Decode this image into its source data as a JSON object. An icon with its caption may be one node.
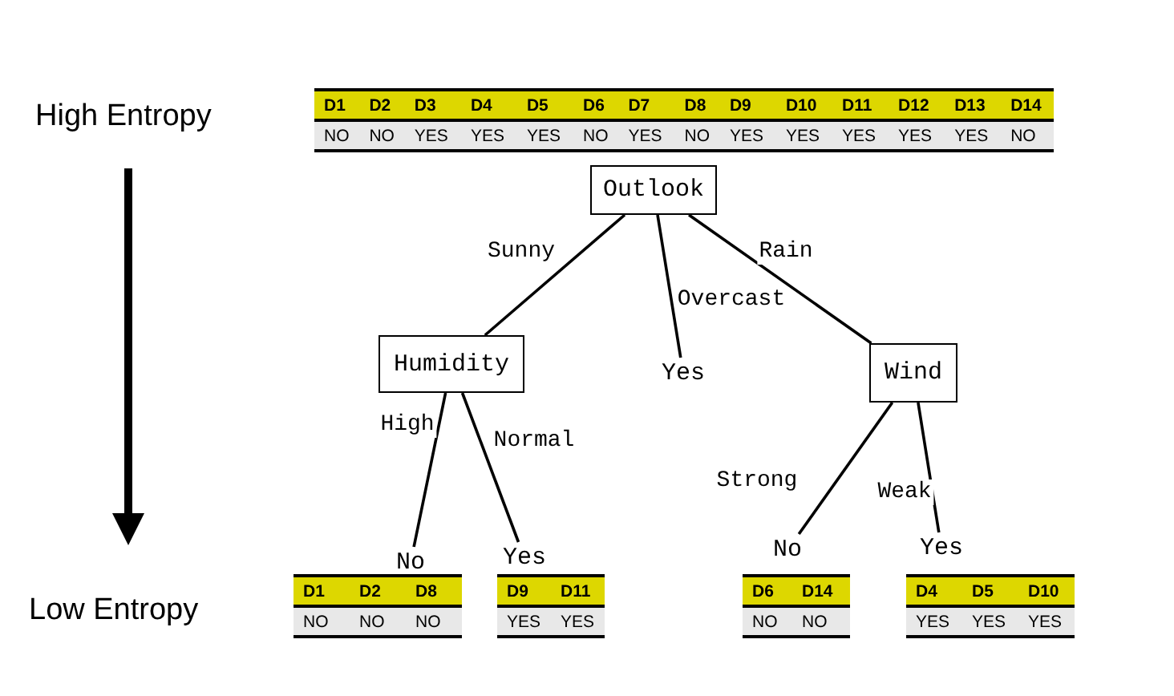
{
  "diagram": {
    "nodes": [
      {
        "text": [
          "Outlook"
        ]
      },
      {
        "text": [
          "Humidity"
        ]
      },
      {
        "text": [
          "Yes"
        ]
      },
      {
        "text": [
          "Wind"
        ]
      },
      {
        "text": [
          "No"
        ]
      },
      {
        "text": [
          "Yes"
        ]
      },
      {
        "text": [
          "No"
        ]
      },
      {
        "text": [
          "Yes"
        ]
      }
    ],
    "edges": [
      {
        "from": 0,
        "to": 1,
        "arrow": "none",
        "label": "Sunny"
      },
      {
        "from": 0,
        "to": 2,
        "arrow": "none",
        "label": "Overcast"
      },
      {
        "from": 0,
        "to": 3,
        "arrow": "none",
        "label": "Rain"
      },
      {
        "from": 1,
        "to": 4,
        "arrow": "none",
        "label": "High"
      },
      {
        "from": 1,
        "to": 5,
        "arrow": "none",
        "label": "Normal"
      },
      {
        "from": 3,
        "to": 6,
        "arrow": "none",
        "label": "Strong"
      },
      {
        "from": 3,
        "to": 7,
        "arrow": "none",
        "label": "Weak"
      }
    ],
    "labels": [
      "High Entropy",
      "D1",
      "D2",
      "D3",
      "D4",
      "D5",
      "D6",
      "D7",
      "D8",
      "D9",
      "D10",
      "D11",
      "D12",
      "D13",
      "D14",
      "NO",
      "NO",
      "YES",
      "YES",
      "YES",
      "NO",
      "YES",
      "NO",
      "YES",
      "YES",
      "YES",
      "YES",
      "YES",
      "NO",
      "Low Entropy",
      "D1",
      "D2",
      "D8",
      "NO",
      "NO",
      "NO",
      "D9",
      "D11",
      "YES",
      "YES",
      "D6",
      "D14",
      "NO",
      "NO",
      "D4",
      "D5",
      "D10",
      "YES",
      "YES",
      "YES"
    ]
  }
}
